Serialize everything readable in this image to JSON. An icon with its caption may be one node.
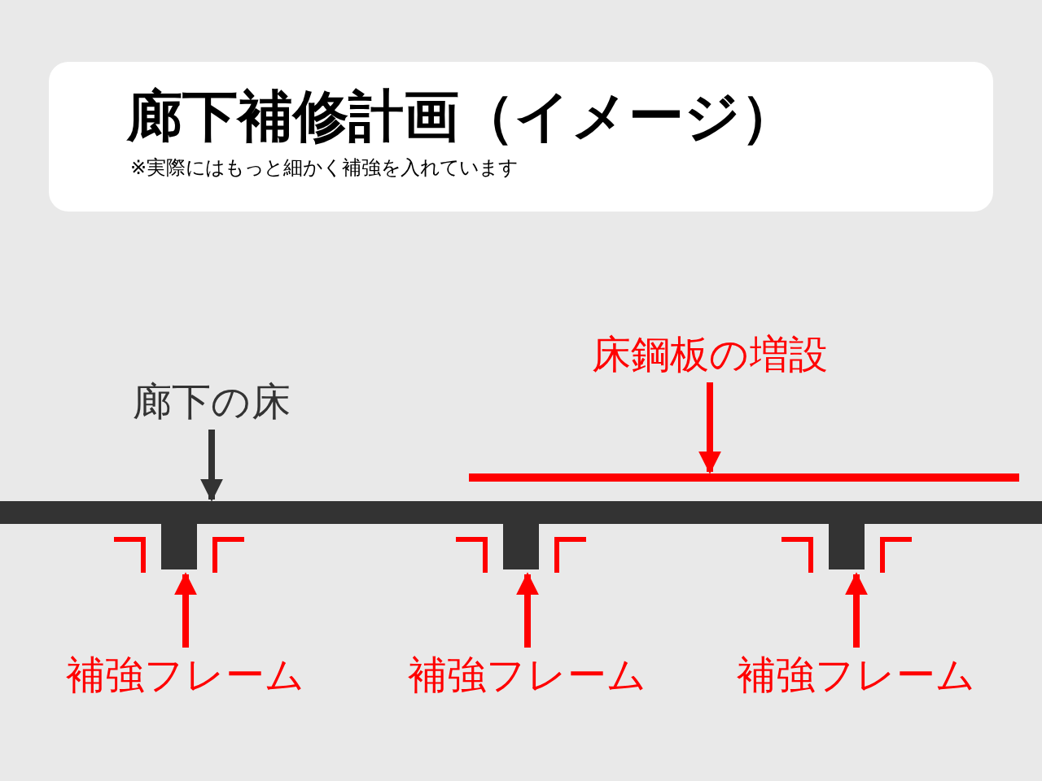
{
  "diagram": {
    "title": "廊下補修計画（イメージ）",
    "nodes": [
      {
        "text": [
          "廊下の床"
        ]
      },
      {
        "text": [],
        "shape": "bar"
      },
      {
        "text": [
          "床鋼板の増設"
        ]
      },
      {
        "text": [],
        "shape": "bar"
      },
      {
        "text": [
          "補強フレーム"
        ]
      },
      {
        "text": [
          "補強フレーム"
        ]
      },
      {
        "text": [
          "補強フレーム"
        ]
      },
      {
        "text": [],
        "shape": "bracket"
      },
      {
        "text": [],
        "shape": "bracket"
      },
      {
        "text": [],
        "shape": "bracket"
      }
    ],
    "edges": [
      {
        "from": 0,
        "to": 3,
        "arrow": "to",
        "color": "#333333"
      },
      {
        "from": 2,
        "to": 1,
        "arrow": "to",
        "color": "#ff0000"
      },
      {
        "from": 4,
        "to": 7,
        "arrow": "to",
        "color": "#ff0000"
      },
      {
        "from": 5,
        "to": 8,
        "arrow": "to",
        "color": "#ff0000"
      },
      {
        "from": 6,
        "to": 9,
        "arrow": "to",
        "color": "#ff0000"
      }
    ],
    "labels": [
      "※実際にはもっと細かく補強を入れています"
    ]
  }
}
